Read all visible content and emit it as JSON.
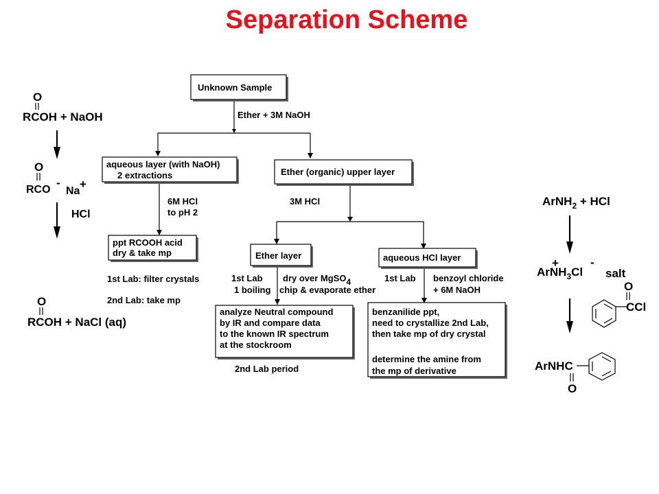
{
  "title": "Separation Scheme",
  "flow": {
    "unknown_sample": "Unknown Sample",
    "ether_naoh": "Ether + 3M NaOH",
    "aqueous_1": "aqueous layer (with NaOH)",
    "aqueous_2": "2 extractions",
    "ether_upper": "Ether (organic) upper layer",
    "hcl_6m_1": "6M  HCl",
    "hcl_6m_2": "to pH 2",
    "hcl_3m": "3M  HCl",
    "ppt_1": "ppt RCOOH acid",
    "ppt_2": "dry & take mp",
    "first_lab_filter": "1st Lab: filter crystals",
    "second_lab_mp": "2nd Lab: take mp",
    "ether_layer": "Ether layer",
    "aqueous_hcl": "aqueous HCl layer",
    "first_lab_a": "1st Lab",
    "first_lab_b": "1st Lab",
    "dry_1": "dry over MgSO",
    "dry_1_sub": "4",
    "dry_2a": "1 boiling",
    "dry_2b": "chip & evaporate ether",
    "benzoyl_1": "benzoyl chloride",
    "benzoyl_2": "+ 6M  NaOH",
    "neutral_1": "analyze Neutral compound",
    "neutral_2": "by IR and compare data",
    "neutral_3": "to the known IR spectrum",
    "neutral_4": "at the stockroom",
    "second_lab_period": "2nd Lab period",
    "benz_1": "benzanilide ppt,",
    "benz_2": "need to crystallize 2nd Lab,",
    "benz_3": "then take mp of dry crystal",
    "benz_4": "determine the amine from",
    "benz_5": "the mp of derivative"
  },
  "left_chem": {
    "o1": "O",
    "rcooh_naoh": "RCOH  +  NaOH",
    "o2": "O",
    "rco": "RCO",
    "minus": "-",
    "na": "Na",
    "plus": "+",
    "hcl": "HCl",
    "o3": "O",
    "rcooh_nacl": "RCOH  +  NaCl (aq)"
  },
  "right_chem": {
    "arnh2_a": "ArNH",
    "arnh2_sub": "2",
    "arnh2_b": "  +  HCl",
    "plus": "+",
    "minus": "-",
    "arnh3_a": "ArNH",
    "arnh3_sub": "3",
    "arnh3_b": "Cl",
    "salt": "salt",
    "o_ccl": "O",
    "ccl": "CCl",
    "arnhc": "ArNHC",
    "o_bottom": "O"
  }
}
